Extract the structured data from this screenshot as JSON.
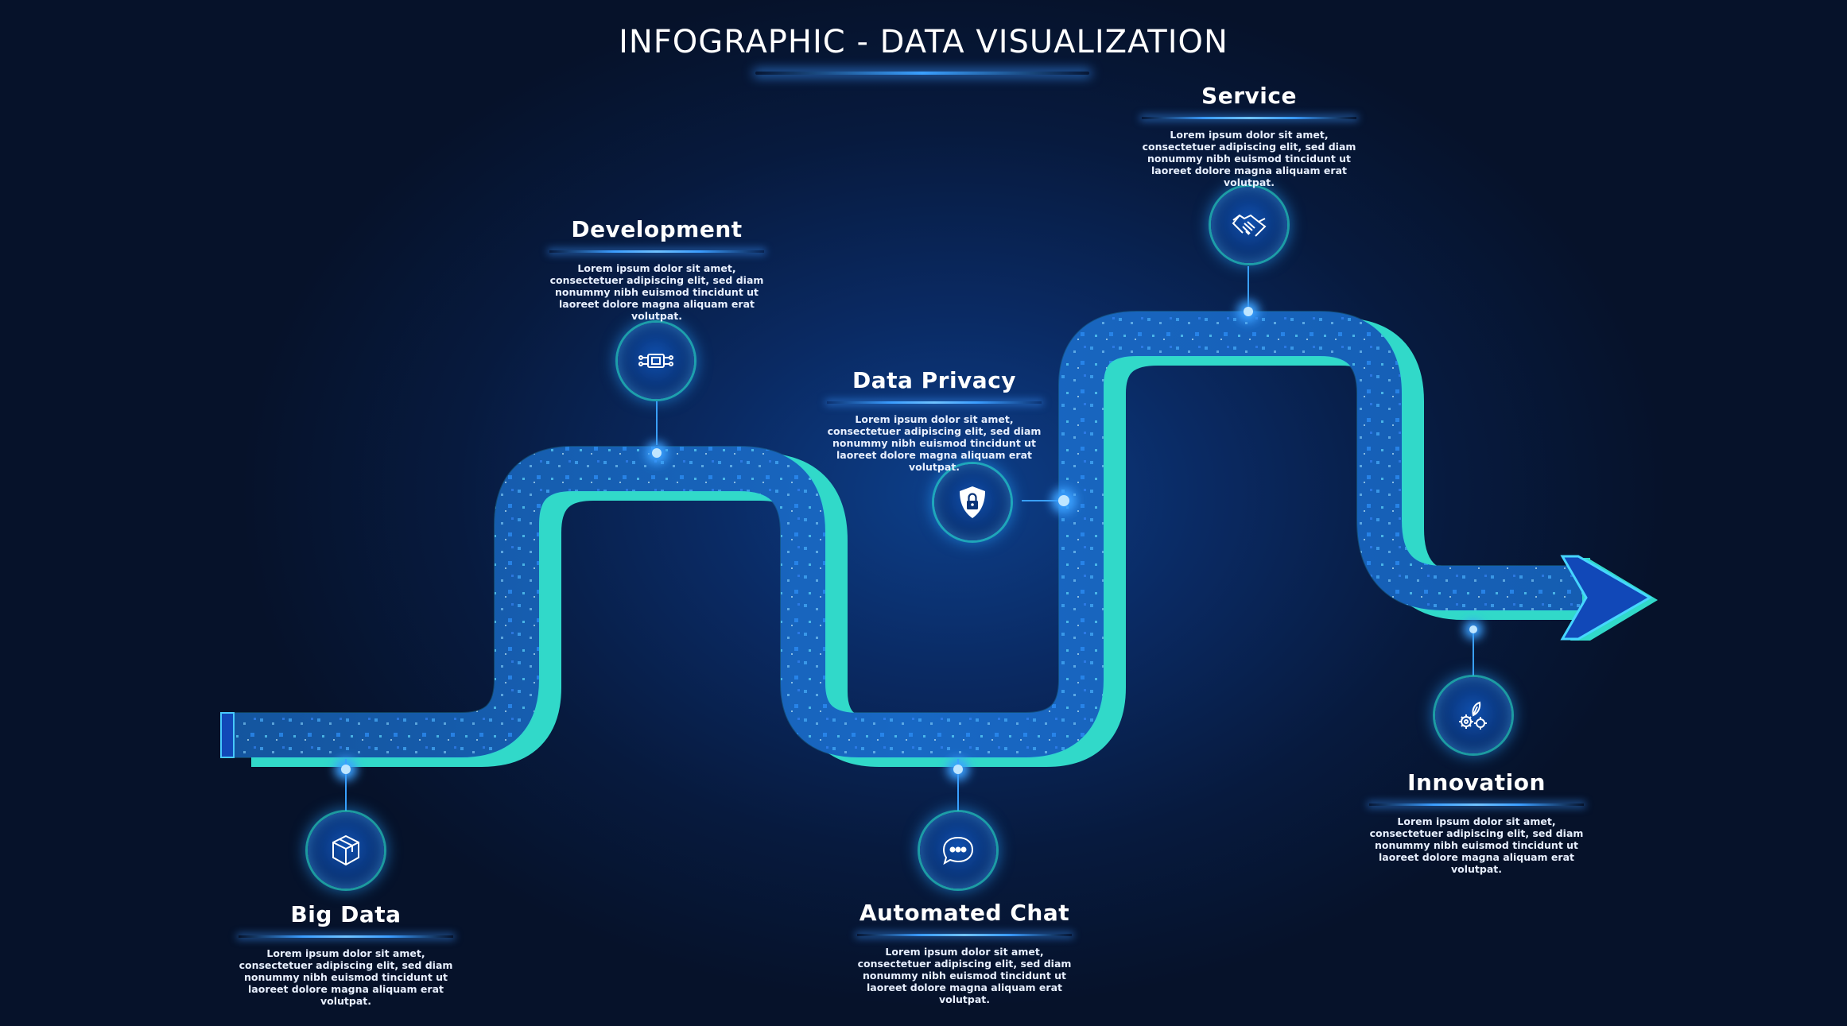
{
  "title": "INFOGRAPHIC - DATA VISUALIZATION",
  "steps": [
    {
      "heading": "Big Data",
      "icon": "cube-icon",
      "text": "Lorem ipsum dolor sit amet, consectetuer adipiscing elit, sed diam nonummy nibh euismod tincidunt ut laoreet dolore magna aliquam erat volutpat."
    },
    {
      "heading": "Development",
      "icon": "chip-icon",
      "text": "Lorem ipsum dolor sit amet, consectetuer adipiscing elit, sed diam nonummy nibh euismod tincidunt ut laoreet dolore magna aliquam erat volutpat."
    },
    {
      "heading": "Automated Chat",
      "icon": "chat-bubble-icon",
      "text": "Lorem ipsum dolor sit amet, consectetuer adipiscing elit, sed diam nonummy nibh euismod tincidunt ut laoreet dolore magna aliquam erat volutpat."
    },
    {
      "heading": "Data Privacy",
      "icon": "shield-lock-icon",
      "text": "Lorem ipsum dolor sit amet, consectetuer adipiscing elit, sed diam nonummy nibh euismod tincidunt ut laoreet dolore magna aliquam erat volutpat."
    },
    {
      "heading": "Service",
      "icon": "handshake-icon",
      "text": "Lorem ipsum dolor sit amet, consectetuer adipiscing elit, sed diam nonummy nibh euismod tincidunt ut laoreet dolore magna aliquam erat volutpat."
    },
    {
      "heading": "Innovation",
      "icon": "gears-leaf-icon",
      "text": "Lorem ipsum dolor sit amet, consectetuer adipiscing elit, sed diam nonummy nibh euismod tincidunt ut laoreet dolore magna aliquam erat volutpat."
    }
  ],
  "colors": {
    "background": "#06122a",
    "road_fill": "#0d3aa0",
    "road_edge": "#35e0d0",
    "glow": "#3aa0ff"
  }
}
